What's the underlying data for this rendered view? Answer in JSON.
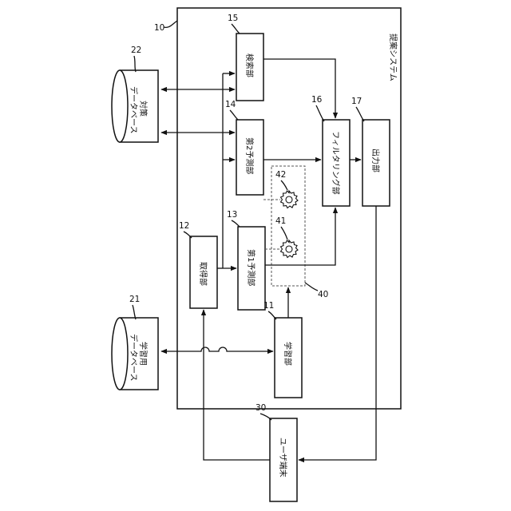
{
  "system": {
    "ref": "10",
    "label": "提案システム"
  },
  "blocks": {
    "learning": {
      "ref": "11",
      "label": "学習部"
    },
    "acquisition": {
      "ref": "12",
      "label": "取得部"
    },
    "first_prediction": {
      "ref": "13",
      "label": "第1予測部"
    },
    "second_prediction": {
      "ref": "14",
      "label": "第2予測部"
    },
    "search": {
      "ref": "15",
      "label": "検索部"
    },
    "filtering": {
      "ref": "16",
      "label": "フィルタリング部"
    },
    "output": {
      "ref": "17",
      "label": "出力部"
    }
  },
  "databases": {
    "learning_db": {
      "ref": "21",
      "line1": "学習用",
      "line2": "データベース"
    },
    "target_db": {
      "ref": "22",
      "line1": "対策",
      "line2": "データベース"
    }
  },
  "user_terminal": {
    "ref": "30",
    "label": "ユーザ端末"
  },
  "model_group": {
    "ref": "40",
    "model_a_ref": "41",
    "model_b_ref": "42"
  }
}
